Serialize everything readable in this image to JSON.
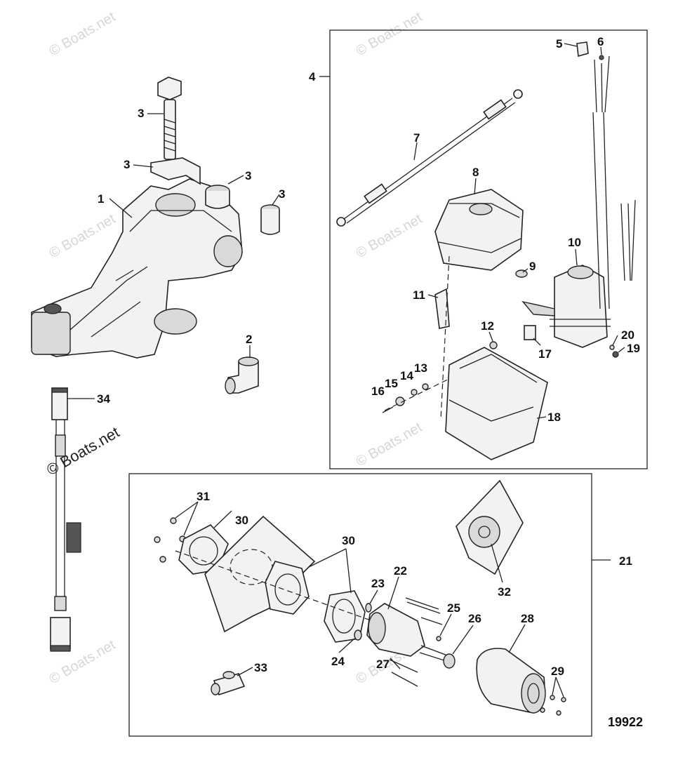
{
  "watermark": "© Boats.net",
  "figure_number": "19922",
  "callouts": [
    "1",
    "2",
    "3",
    "3",
    "3",
    "3",
    "4",
    "5",
    "6",
    "7",
    "8",
    "9",
    "10",
    "11",
    "12",
    "13",
    "14",
    "15",
    "16",
    "17",
    "18",
    "19",
    "20",
    "21",
    "22",
    "23",
    "24",
    "25",
    "26",
    "27",
    "28",
    "29",
    "30",
    "30",
    "31",
    "32",
    "33",
    "34"
  ]
}
